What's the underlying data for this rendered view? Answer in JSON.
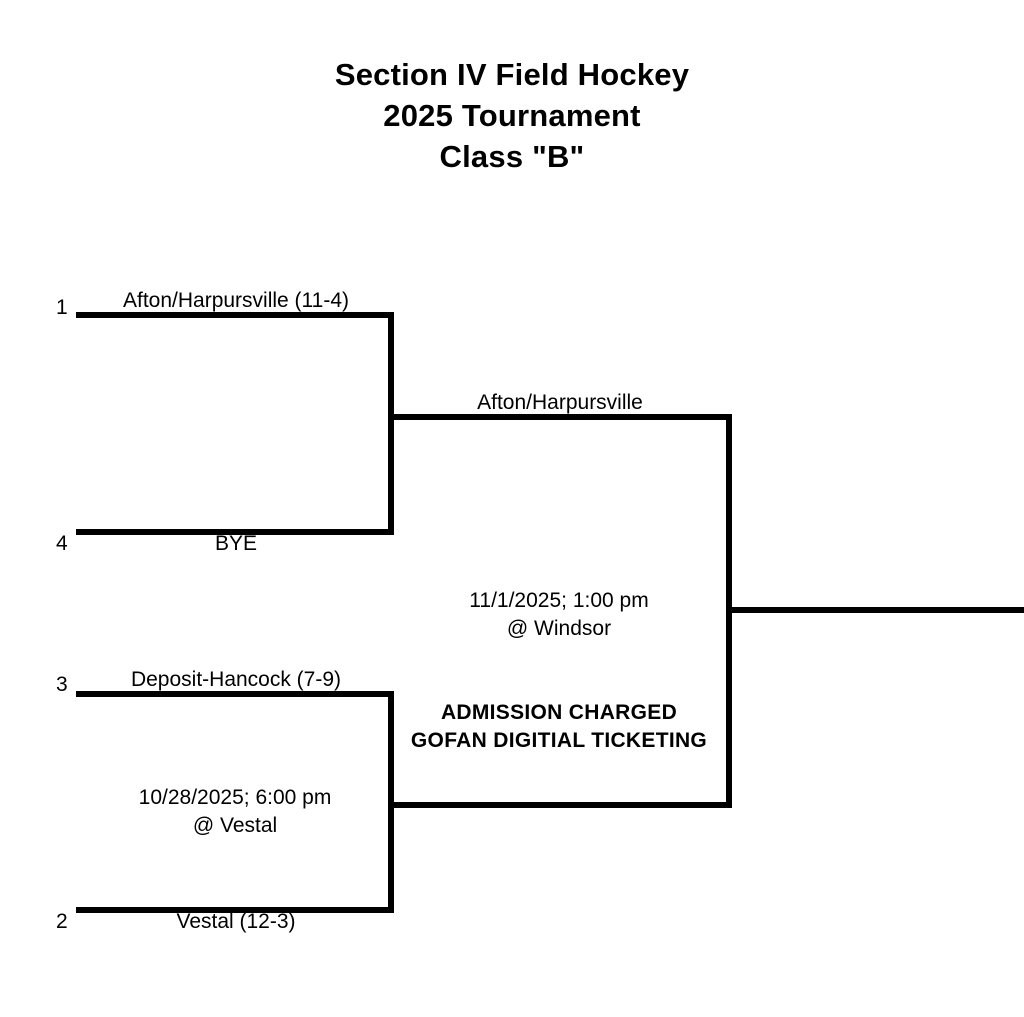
{
  "title": {
    "line1": "Section IV Field Hockey",
    "line2": "2025 Tournament",
    "line3": "Class \"B\""
  },
  "bracket": {
    "sport": "Field Hockey",
    "section": "Section IV",
    "year": "2025",
    "class": "Class \"B\"",
    "round1": {
      "game_upper": {
        "top": {
          "seed": "1",
          "team": "Afton/Harpursville (11-4)"
        },
        "bottom": {
          "seed": "4",
          "team": "BYE"
        },
        "winner": "Afton/Harpursville"
      },
      "game_lower": {
        "top": {
          "seed": "3",
          "team": "Deposit-Hancock (7-9)"
        },
        "bottom": {
          "seed": "2",
          "team": "Vestal (12-3)"
        },
        "info_date": "10/28/2025; 6:00 pm",
        "info_site": "@ Vestal",
        "winner": ""
      }
    },
    "final": {
      "info_date": "11/1/2025; 1:00 pm",
      "info_site": "@ Windsor",
      "notice_line1": "ADMISSION CHARGED",
      "notice_line2": "GOFAN DIGITIAL TICKETING",
      "champion": ""
    }
  },
  "colors": {
    "ink": "#000000",
    "paper": "#ffffff"
  }
}
